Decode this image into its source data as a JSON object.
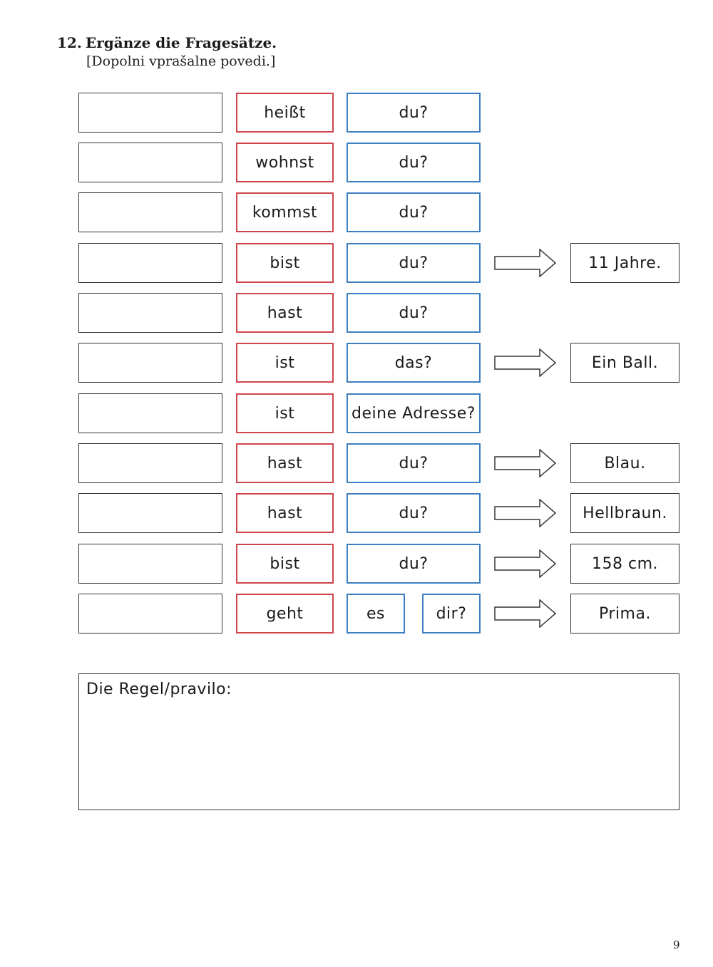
{
  "exercise": {
    "number": "12.",
    "title": "Ergänze die Fragesätze.",
    "subtitle": "[Dopolni vprašalne povedi.]"
  },
  "rows": [
    {
      "verb": "heißt",
      "subject": "du?"
    },
    {
      "verb": "wohnst",
      "subject": "du?"
    },
    {
      "verb": "kommst",
      "subject": "du?"
    },
    {
      "verb": "bist",
      "subject": "du?",
      "answer": "11 Jahre."
    },
    {
      "verb": "hast",
      "subject": "du?"
    },
    {
      "verb": "ist",
      "subject": "das?",
      "answer": "Ein Ball."
    },
    {
      "verb": "ist",
      "subject": "deine Adresse?"
    },
    {
      "verb": "hast",
      "subject": "du?",
      "answer": "Blau."
    },
    {
      "verb": "hast",
      "subject": "du?",
      "answer": "Hellbraun."
    },
    {
      "verb": "bist",
      "subject": "du?",
      "answer": "158 cm."
    },
    {
      "verb": "geht",
      "subject_a": "es",
      "subject_b": "dir?",
      "answer": "Prima."
    }
  ],
  "rule": {
    "label": "Die Regel/pravilo:"
  },
  "page_number": "9",
  "colors": {
    "verb_border": "#d0454c",
    "subject_border": "#3d7fc0",
    "blank_border": "#333333"
  },
  "icons": {
    "arrow": "right-arrow-icon"
  }
}
